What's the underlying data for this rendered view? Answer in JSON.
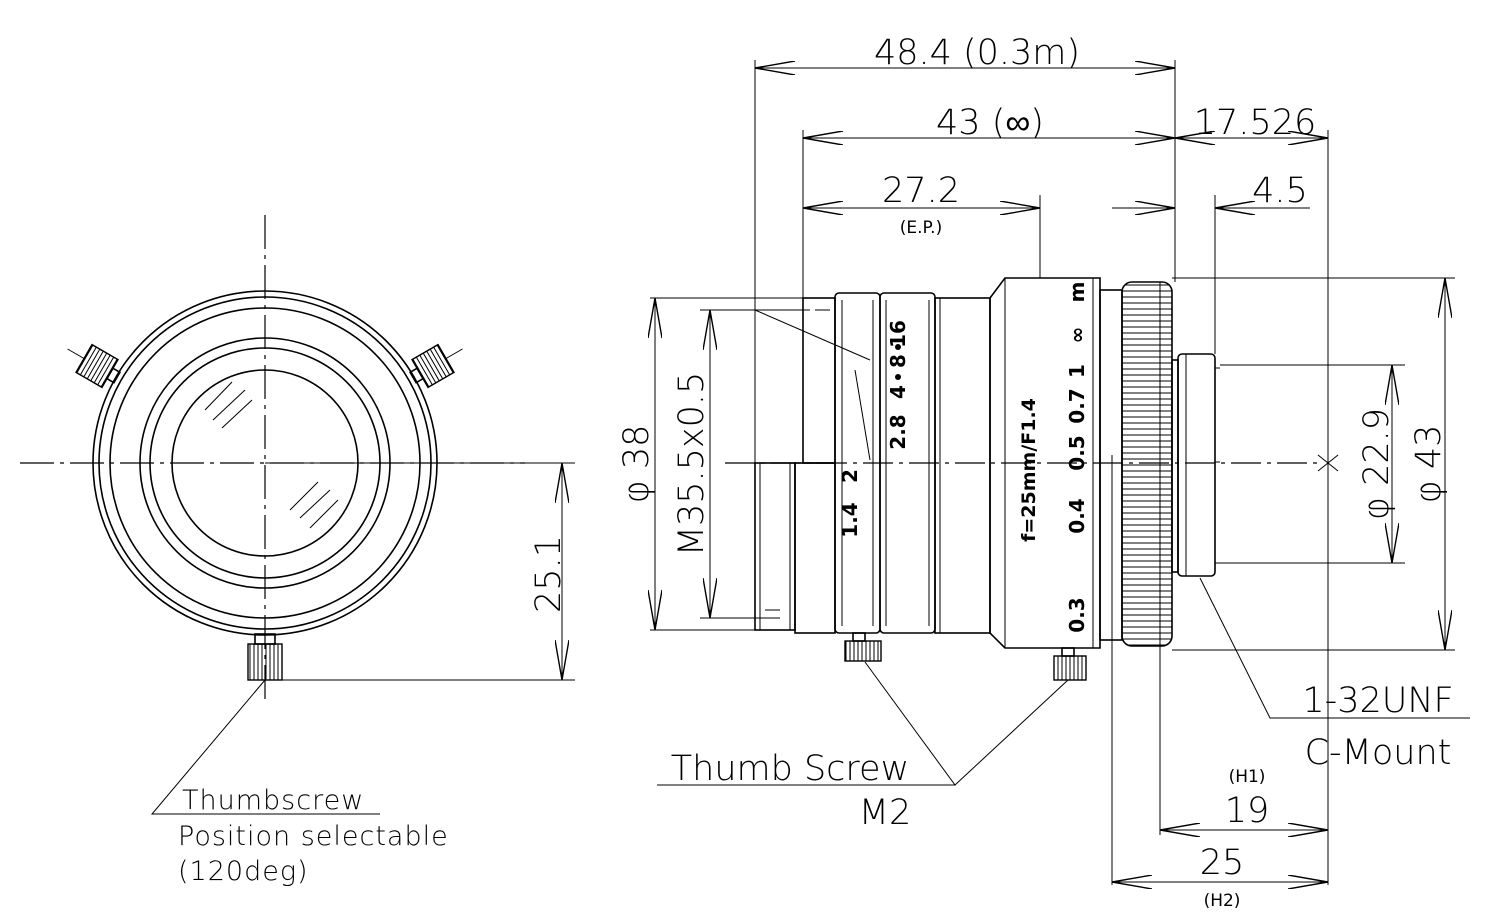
{
  "front_view": {
    "height_dim": "25.1",
    "thumbscrew_note": {
      "line1": "Thumbscrew",
      "line2": "Position selectable",
      "line3": "(120deg)"
    }
  },
  "side_view": {
    "dims": {
      "total_close": "48.4 (0.3m)",
      "total_inf": "43 (∞)",
      "ep_value": "27.2",
      "ep_label": "(E.P.)",
      "flange": "17.526",
      "thread_depth": "4.5",
      "h1_value": "19",
      "h1_label": "(H1)",
      "h2_value": "25",
      "h2_label": "(H2)",
      "dia_front": "φ 38",
      "filter_thread": "M35.5x0.5",
      "dia_mount": "φ 22.9",
      "dia_body": "φ 43"
    },
    "aperture_scale": [
      "1.4",
      "2",
      "2.8",
      "4",
      "8",
      "16"
    ],
    "focus_scale": [
      "m",
      "∞",
      "1",
      "0.7",
      "0.5",
      "0.4",
      "0.3"
    ],
    "focal_marking": "f=25mm/F1.4",
    "thumb_screw_note": {
      "line1": "Thumb Screw",
      "line2": "M2"
    },
    "mount_note": {
      "line1": "1-32UNF",
      "line2": "C-Mount"
    }
  }
}
